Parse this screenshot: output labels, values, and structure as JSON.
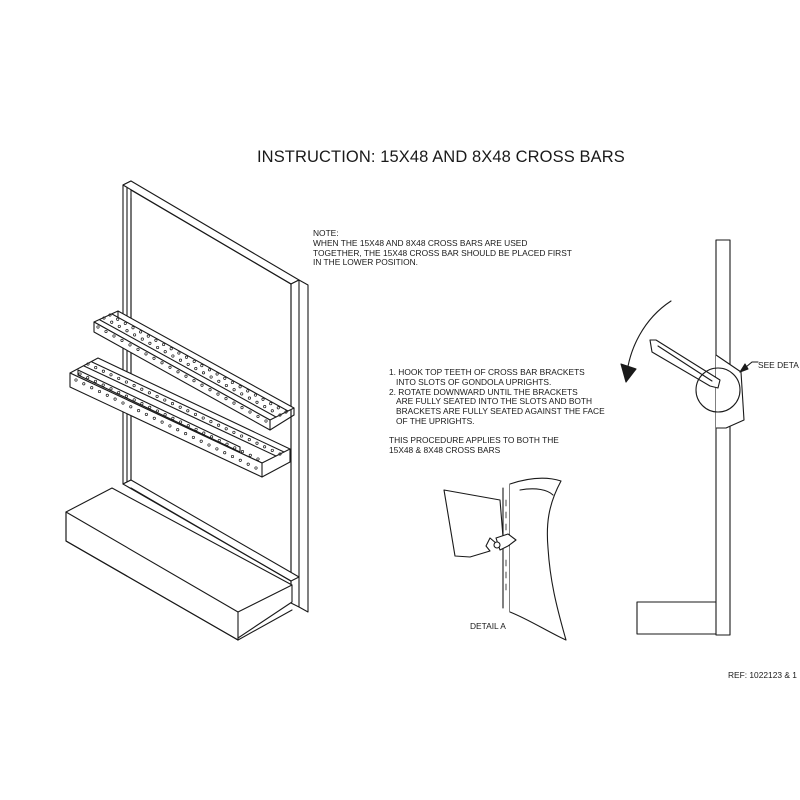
{
  "title": "INSTRUCTION: 15X48 AND 8X48 CROSS BARS",
  "note": {
    "heading": "NOTE:",
    "lines": [
      "WHEN THE 15X48 AND 8X48 CROSS BARS ARE USED",
      "TOGETHER, THE 15X48 CROSS BAR SHOULD BE PLACED FIRST",
      "IN THE LOWER POSITION."
    ]
  },
  "steps": {
    "step1": [
      "1. HOOK TOP TEETH OF CROSS BAR BRACKETS",
      "INTO SLOTS OF GONDOLA UPRIGHTS."
    ],
    "step2": [
      "2. ROTATE DOWNWARD UNTIL THE BRACKETS",
      "ARE FULLY SEATED INTO THE SLOTS AND BOTH",
      "BRACKETS ARE FULLY SEATED AGAINST THE FACE",
      "OF THE UPRIGHTS."
    ],
    "applies": [
      "THIS PROCEDURE APPLIES TO BOTH THE",
      "15X48 & 8X48 CROSS BARS"
    ]
  },
  "detail_label": "DETAIL  A",
  "see_detail": "SEE DETA",
  "ref": "REF: 1022123 & 1",
  "colors": {
    "line": "#1a1a1a",
    "background": "#ffffff"
  }
}
